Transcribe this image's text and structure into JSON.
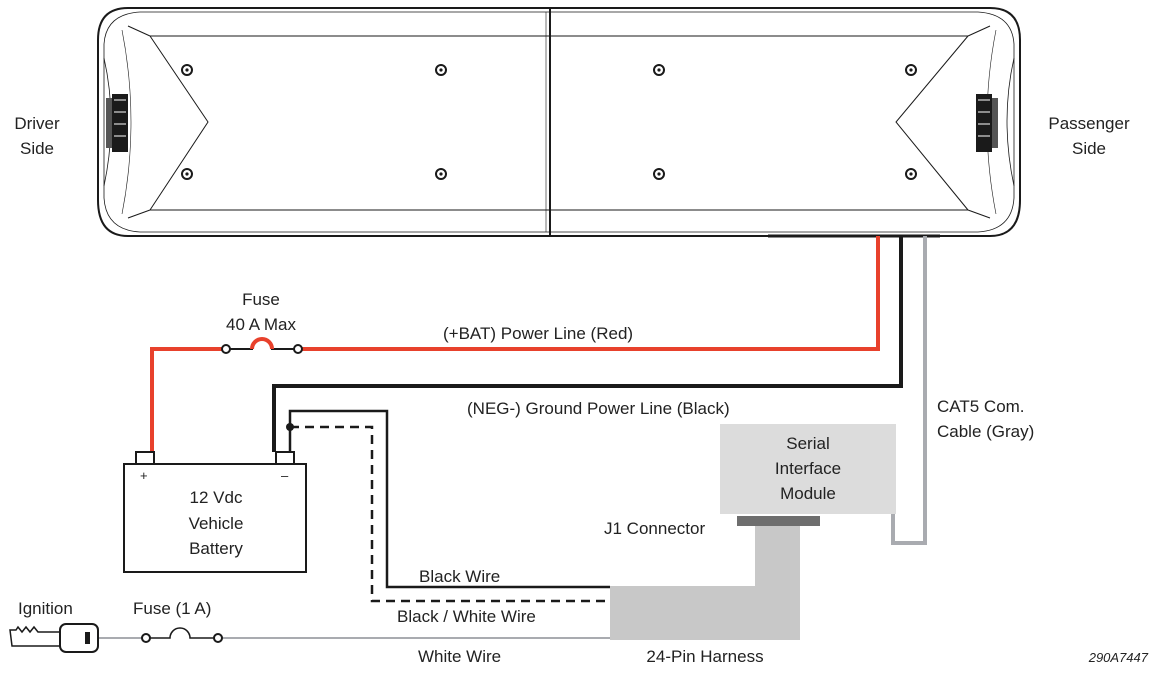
{
  "labels": {
    "driver_side": [
      "Driver",
      "Side"
    ],
    "passenger_side": [
      "Passenger",
      "Side"
    ],
    "fuse_main": [
      "Fuse",
      "40 A Max"
    ],
    "power_line": "(+BAT) Power Line (Red)",
    "ground_line": "(NEG-) Ground Power Line (Black)",
    "cat5_cable": [
      "CAT5 Com.",
      "Cable (Gray)"
    ],
    "module": [
      "Serial",
      "Interface",
      "Module"
    ],
    "j1_connector": "J1 Connector",
    "battery": [
      "12 Vdc",
      "Vehicle",
      "Battery"
    ],
    "battery_pos": "+",
    "battery_neg": "–",
    "black_wire": "Black Wire",
    "black_white_wire": "Black / White Wire",
    "white_wire": "White Wire",
    "harness": "24-Pin Harness",
    "ignition": "Ignition",
    "fuse_ignition": "Fuse (1 A)",
    "figure_code": "290A7447"
  },
  "colors": {
    "red_wire": "#e8412c",
    "black_wire": "#1a1a1a",
    "gray_cable": "#a9abb0",
    "module_fill": "#dcdcdc",
    "harness_fill": "#c8c8c8",
    "connector_fill": "#6e6e6e"
  }
}
